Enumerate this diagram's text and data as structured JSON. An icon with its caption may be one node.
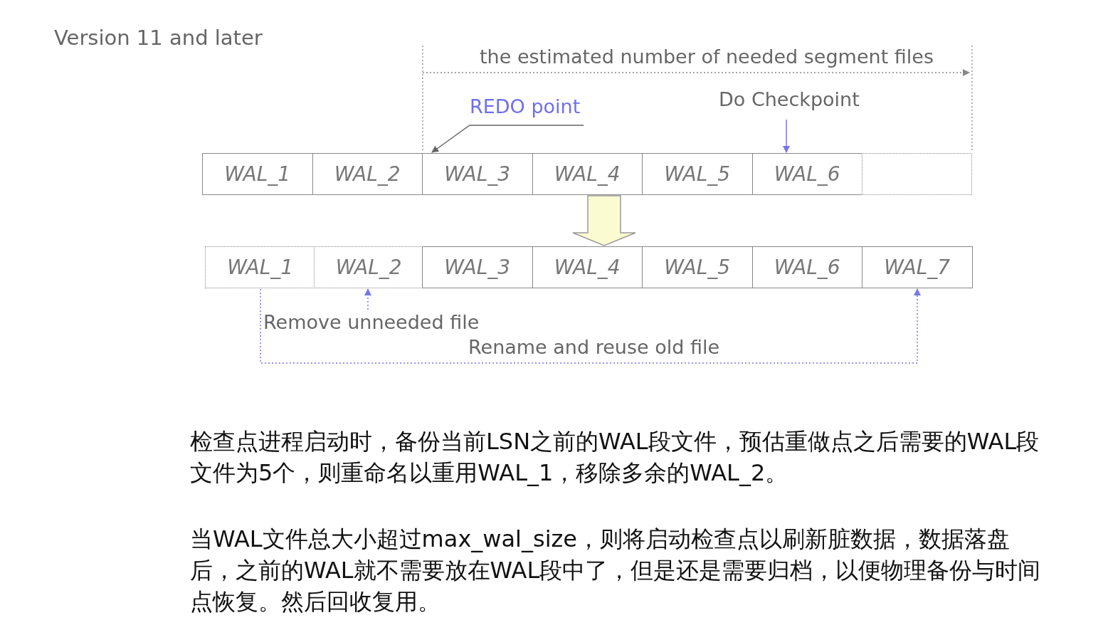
{
  "diagram": {
    "title": "Version 11 and later",
    "nodes": [
      {
        "text": [
          "REDO point"
        ]
      },
      {
        "text": [
          "Do Checkpoint"
        ]
      },
      {
        "text": [
          "WAL_1"
        ]
      },
      {
        "text": [
          "WAL_2"
        ]
      },
      {
        "text": [
          "WAL_3"
        ]
      },
      {
        "text": [
          "WAL_4"
        ]
      },
      {
        "text": [
          "WAL_5"
        ]
      },
      {
        "text": [
          "WAL_6"
        ]
      },
      {
        "text": [],
        "shape": "box"
      },
      {
        "text": [
          "WAL_1"
        ]
      },
      {
        "text": [
          "WAL_2"
        ]
      },
      {
        "text": [
          "WAL_3"
        ]
      },
      {
        "text": [
          "WAL_4"
        ]
      },
      {
        "text": [
          "WAL_5"
        ]
      },
      {
        "text": [
          "WAL_6"
        ]
      },
      {
        "text": [
          "WAL_7"
        ]
      },
      {
        "text": [
          "Remove unneeded file"
        ]
      }
    ],
    "edges": [
      {
        "from": 0,
        "to": 4,
        "arrow": "to",
        "color": "#666666"
      },
      {
        "from": 1,
        "to": 7,
        "arrow": "to",
        "color": "#7777ee"
      },
      {
        "from": 16,
        "to": 10,
        "arrow": "to",
        "style": "dashed",
        "color": "#7777ee"
      },
      {
        "from": 9,
        "to": 15,
        "arrow": "to",
        "label": "Rename and reuse old file",
        "style": "dashed",
        "color": "#7777ee"
      },
      {
        "from": 5,
        "to": 12,
        "arrow": "to",
        "style": "thick",
        "color": "#fbfbd2"
      }
    ],
    "labels": [
      "the estimated number of needed segment files",
      "检查点进程启动时，备份当前LSN之前的WAL段文件，预估重做点之后需要的WAL段文件为5个，则重命名以重用WAL_1，移除多余的WAL_2。",
      "当WAL文件总大小超过max_wal_size，则将启动检查点以刷新脏数据，数据落盘后，之前的WAL就不需要放在WAL段中了，但是还是需要归档，以便物理备份与时间点恢复。然后回收复用。"
    ]
  }
}
